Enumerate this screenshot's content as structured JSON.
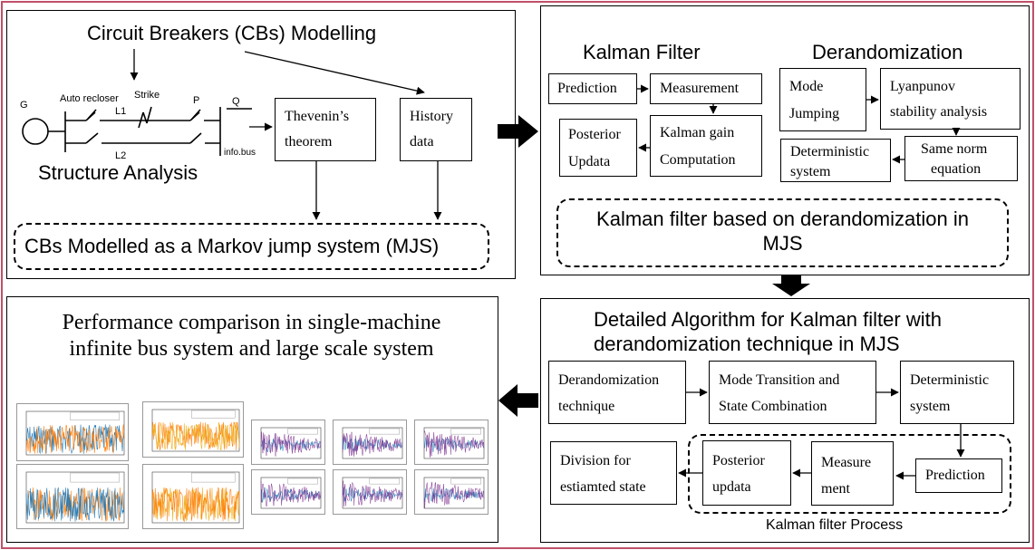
{
  "colors": {
    "frame": "#c0506a",
    "blue": "#1f77b4",
    "orange": "#ff7f0e",
    "yellow": "#edb120",
    "purple": "#7e2f8e"
  },
  "panel1": {
    "title": "Circuit Breakers (CBs) Modelling",
    "labels": {
      "g": "G",
      "auto_recloser": "Auto recloser",
      "strike": "Strike",
      "l1": "L1",
      "l2": "L2",
      "p": "P",
      "q": "Q",
      "info_bus": "info.bus"
    },
    "structure_analysis": "Structure Analysis",
    "thevenin": [
      "Thevenin’s",
      "theorem"
    ],
    "history": [
      "History",
      "data"
    ],
    "result": "CBs Modelled as a Markov jump system (MJS)"
  },
  "panel2": {
    "kalman_title": "Kalman Filter",
    "derand_title": "Derandomization",
    "prediction": "Prediction",
    "measurement": "Measurement",
    "posterior": [
      "Posterior",
      "Updata"
    ],
    "kalman_gain": [
      "Kalman gain",
      "Computation"
    ],
    "mode_jumping": [
      "Mode",
      "Jumping"
    ],
    "lyapunov": [
      "Lyanpunov",
      "stability analysis"
    ],
    "deterministic": [
      "Deterministic",
      "system"
    ],
    "same_norm": [
      "Same norm",
      "equation"
    ],
    "result": [
      "Kalman filter based on derandomization in",
      "MJS"
    ]
  },
  "panel3": {
    "title": [
      "Performance comparison in  single-machine",
      "infinite bus system and large scale system"
    ]
  },
  "panel4": {
    "title": [
      "Detailed Algorithm for Kalman filter with",
      "derandomization technique in MJS"
    ],
    "derand_tech": [
      "Derandomization",
      "technique"
    ],
    "mode_transition": [
      "Mode Transition and",
      "State Combination"
    ],
    "deterministic": [
      "Deterministic",
      "system"
    ],
    "division": [
      "Division for",
      "estiamted state"
    ],
    "posterior": [
      "Posterior",
      "updata"
    ],
    "measurement": [
      "Measure",
      "ment"
    ],
    "prediction": "Prediction",
    "process_label": "Kalman filter Process"
  }
}
